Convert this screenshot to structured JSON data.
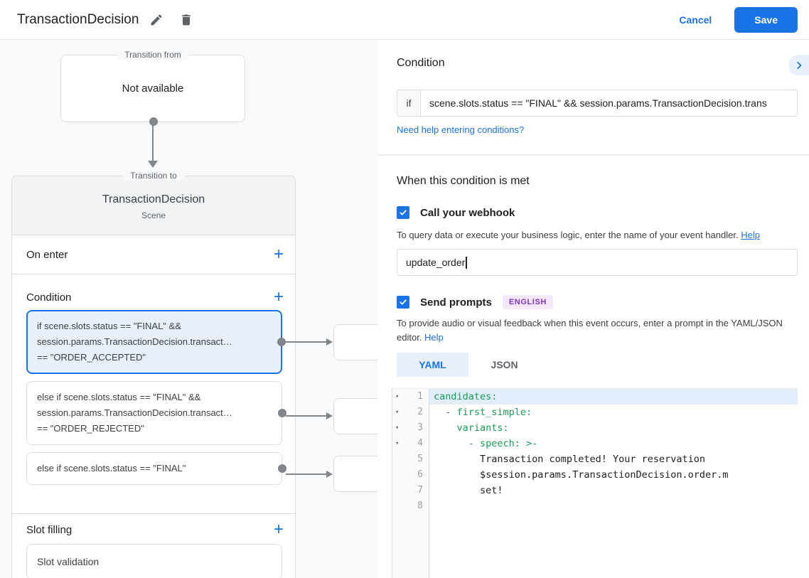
{
  "colors": {
    "accent_blue": "#1a73e8",
    "selection_blue_bg": "#e8f0fe",
    "code_green": "#1b9c55",
    "badge_purple_text": "#8430ce",
    "badge_purple_bg": "#f4e8fd"
  },
  "header": {
    "title": "TransactionDecision",
    "edit_icon": "pencil-icon",
    "delete_icon": "trash-icon",
    "cancel_label": "Cancel",
    "save_label": "Save"
  },
  "canvas": {
    "transition_from": {
      "label": "Transition from",
      "value": "Not available"
    },
    "transition_to": {
      "label": "Transition to",
      "title": "TransactionDecision",
      "subtitle": "Scene",
      "on_enter_label": "On enter",
      "condition_label": "Condition",
      "slot_filling_label": "Slot filling",
      "add_icon": "plus-icon",
      "conditions": [
        {
          "selected": true,
          "lines": [
            "if scene.slots.status == \"FINAL\" &&",
            "session.params.TransactionDecision.transact…",
            "== \"ORDER_ACCEPTED\""
          ]
        },
        {
          "selected": false,
          "lines": [
            "else if scene.slots.status == \"FINAL\" &&",
            "session.params.TransactionDecision.transact…",
            "== \"ORDER_REJECTED\""
          ]
        },
        {
          "selected": false,
          "lines": [
            "else if scene.slots.status == \"FINAL\""
          ]
        }
      ],
      "slot_items": [
        "Slot validation"
      ]
    }
  },
  "panel": {
    "title": "Condition",
    "collapse_icon": "chevron-right-icon",
    "if_label": "if",
    "condition_value": "scene.slots.status == \"FINAL\" && session.params.TransactionDecision.trans",
    "help_link": "Need help entering conditions?",
    "section_title": "When this condition is met",
    "webhook": {
      "checked": true,
      "label": "Call your webhook",
      "description": "To query data or execute your business logic, enter the name of your event handler.",
      "help_label": "Help",
      "value": "update_order"
    },
    "prompts": {
      "checked": true,
      "label": "Send prompts",
      "language_badge": "ENGLISH",
      "description": "To provide audio or visual feedback when this event occurs, enter a prompt in the YAML/JSON editor.",
      "help_label": "Help"
    },
    "tabs": [
      {
        "label": "YAML",
        "active": true
      },
      {
        "label": "JSON",
        "active": false
      }
    ],
    "editor": {
      "lines": [
        {
          "num": 1,
          "fold": true,
          "highlight": true,
          "segments": [
            [
              "key",
              "candidates:"
            ]
          ]
        },
        {
          "num": 2,
          "fold": true,
          "highlight": false,
          "segments": [
            [
              "plain",
              "  "
            ],
            [
              "key",
              "- first_simple:"
            ]
          ]
        },
        {
          "num": 3,
          "fold": true,
          "highlight": false,
          "segments": [
            [
              "plain",
              "    "
            ],
            [
              "key",
              "variants:"
            ]
          ]
        },
        {
          "num": 4,
          "fold": true,
          "highlight": false,
          "segments": [
            [
              "plain",
              "      "
            ],
            [
              "key",
              "- speech: >-"
            ]
          ]
        },
        {
          "num": 5,
          "fold": false,
          "highlight": false,
          "segments": [
            [
              "plain",
              "        Transaction completed! Your reservation"
            ]
          ]
        },
        {
          "num": 6,
          "fold": false,
          "highlight": false,
          "segments": [
            [
              "plain",
              "        $session.params.TransactionDecision.order.m"
            ]
          ]
        },
        {
          "num": 7,
          "fold": false,
          "highlight": false,
          "segments": [
            [
              "plain",
              "        set!"
            ]
          ]
        },
        {
          "num": 8,
          "fold": false,
          "highlight": false,
          "segments": []
        }
      ]
    }
  }
}
